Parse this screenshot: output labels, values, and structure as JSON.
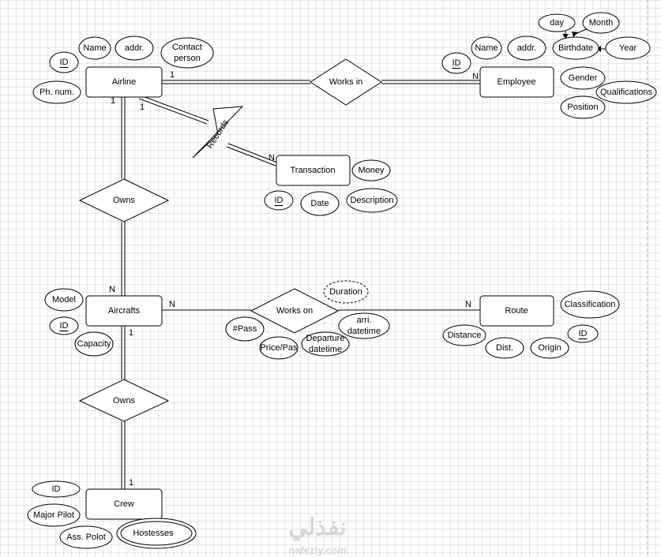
{
  "entities": {
    "airline": "Airline",
    "employee": "Employee",
    "transaction": "Transaction",
    "aircrafts": "Aircrafts",
    "route": "Route",
    "crew": "Crew"
  },
  "relationships": {
    "works_in": "Works in",
    "records": "Records",
    "owns_airline": "Owns",
    "works_on": "Works on",
    "owns_aircrafts": "Owns"
  },
  "attributes": {
    "airline_id": "ID",
    "airline_name": "Name",
    "airline_addr": "addr.",
    "airline_contact_line1": "Contact",
    "airline_contact_line2": "person",
    "airline_phone": "Ph. num.",
    "employee_id": "ID",
    "employee_name": "Name",
    "employee_addr": "addr.",
    "employee_birthdate": "Birthdate",
    "birth_day": "day",
    "birth_month": "Month",
    "birth_year": "Year",
    "employee_gender": "Gender",
    "employee_qualifications": "Qualifications",
    "employee_position": "Position",
    "transaction_money": "Money",
    "transaction_id": "ID",
    "transaction_date": "Date",
    "transaction_description": "Description",
    "aircraft_model": "Model",
    "aircraft_id": "ID",
    "aircraft_capacity": "Capacity",
    "works_on_duration": "Duration",
    "works_on_pass": "#Pass",
    "works_on_price": "Price/Pas",
    "works_on_departure_line1": "Departure",
    "works_on_departure_line2": "datetime",
    "works_on_arrival_line1": "arri.",
    "works_on_arrival_line2": "datetime",
    "route_classification": "Classification",
    "route_distance": "Distance",
    "route_dist": "Dist.",
    "route_origin": "Origin",
    "route_id": "ID",
    "crew_id": "ID",
    "crew_major_pilot": "Major Pilot",
    "crew_ass_pilot": "Ass. Polot",
    "crew_hostesses": "Hostesses"
  },
  "cardinalities": {
    "airline_works_in": "1",
    "employee_works_in": "N",
    "airline_records": "1",
    "transaction_records": "N",
    "airline_owns": "1",
    "aircrafts_owned": "N",
    "aircrafts_works_on": "N",
    "route_works_on": "N",
    "aircrafts_owns": "1",
    "crew_owned": "1"
  },
  "watermark": {
    "arabic": "نفذلي",
    "latin": "nafezly.com"
  }
}
